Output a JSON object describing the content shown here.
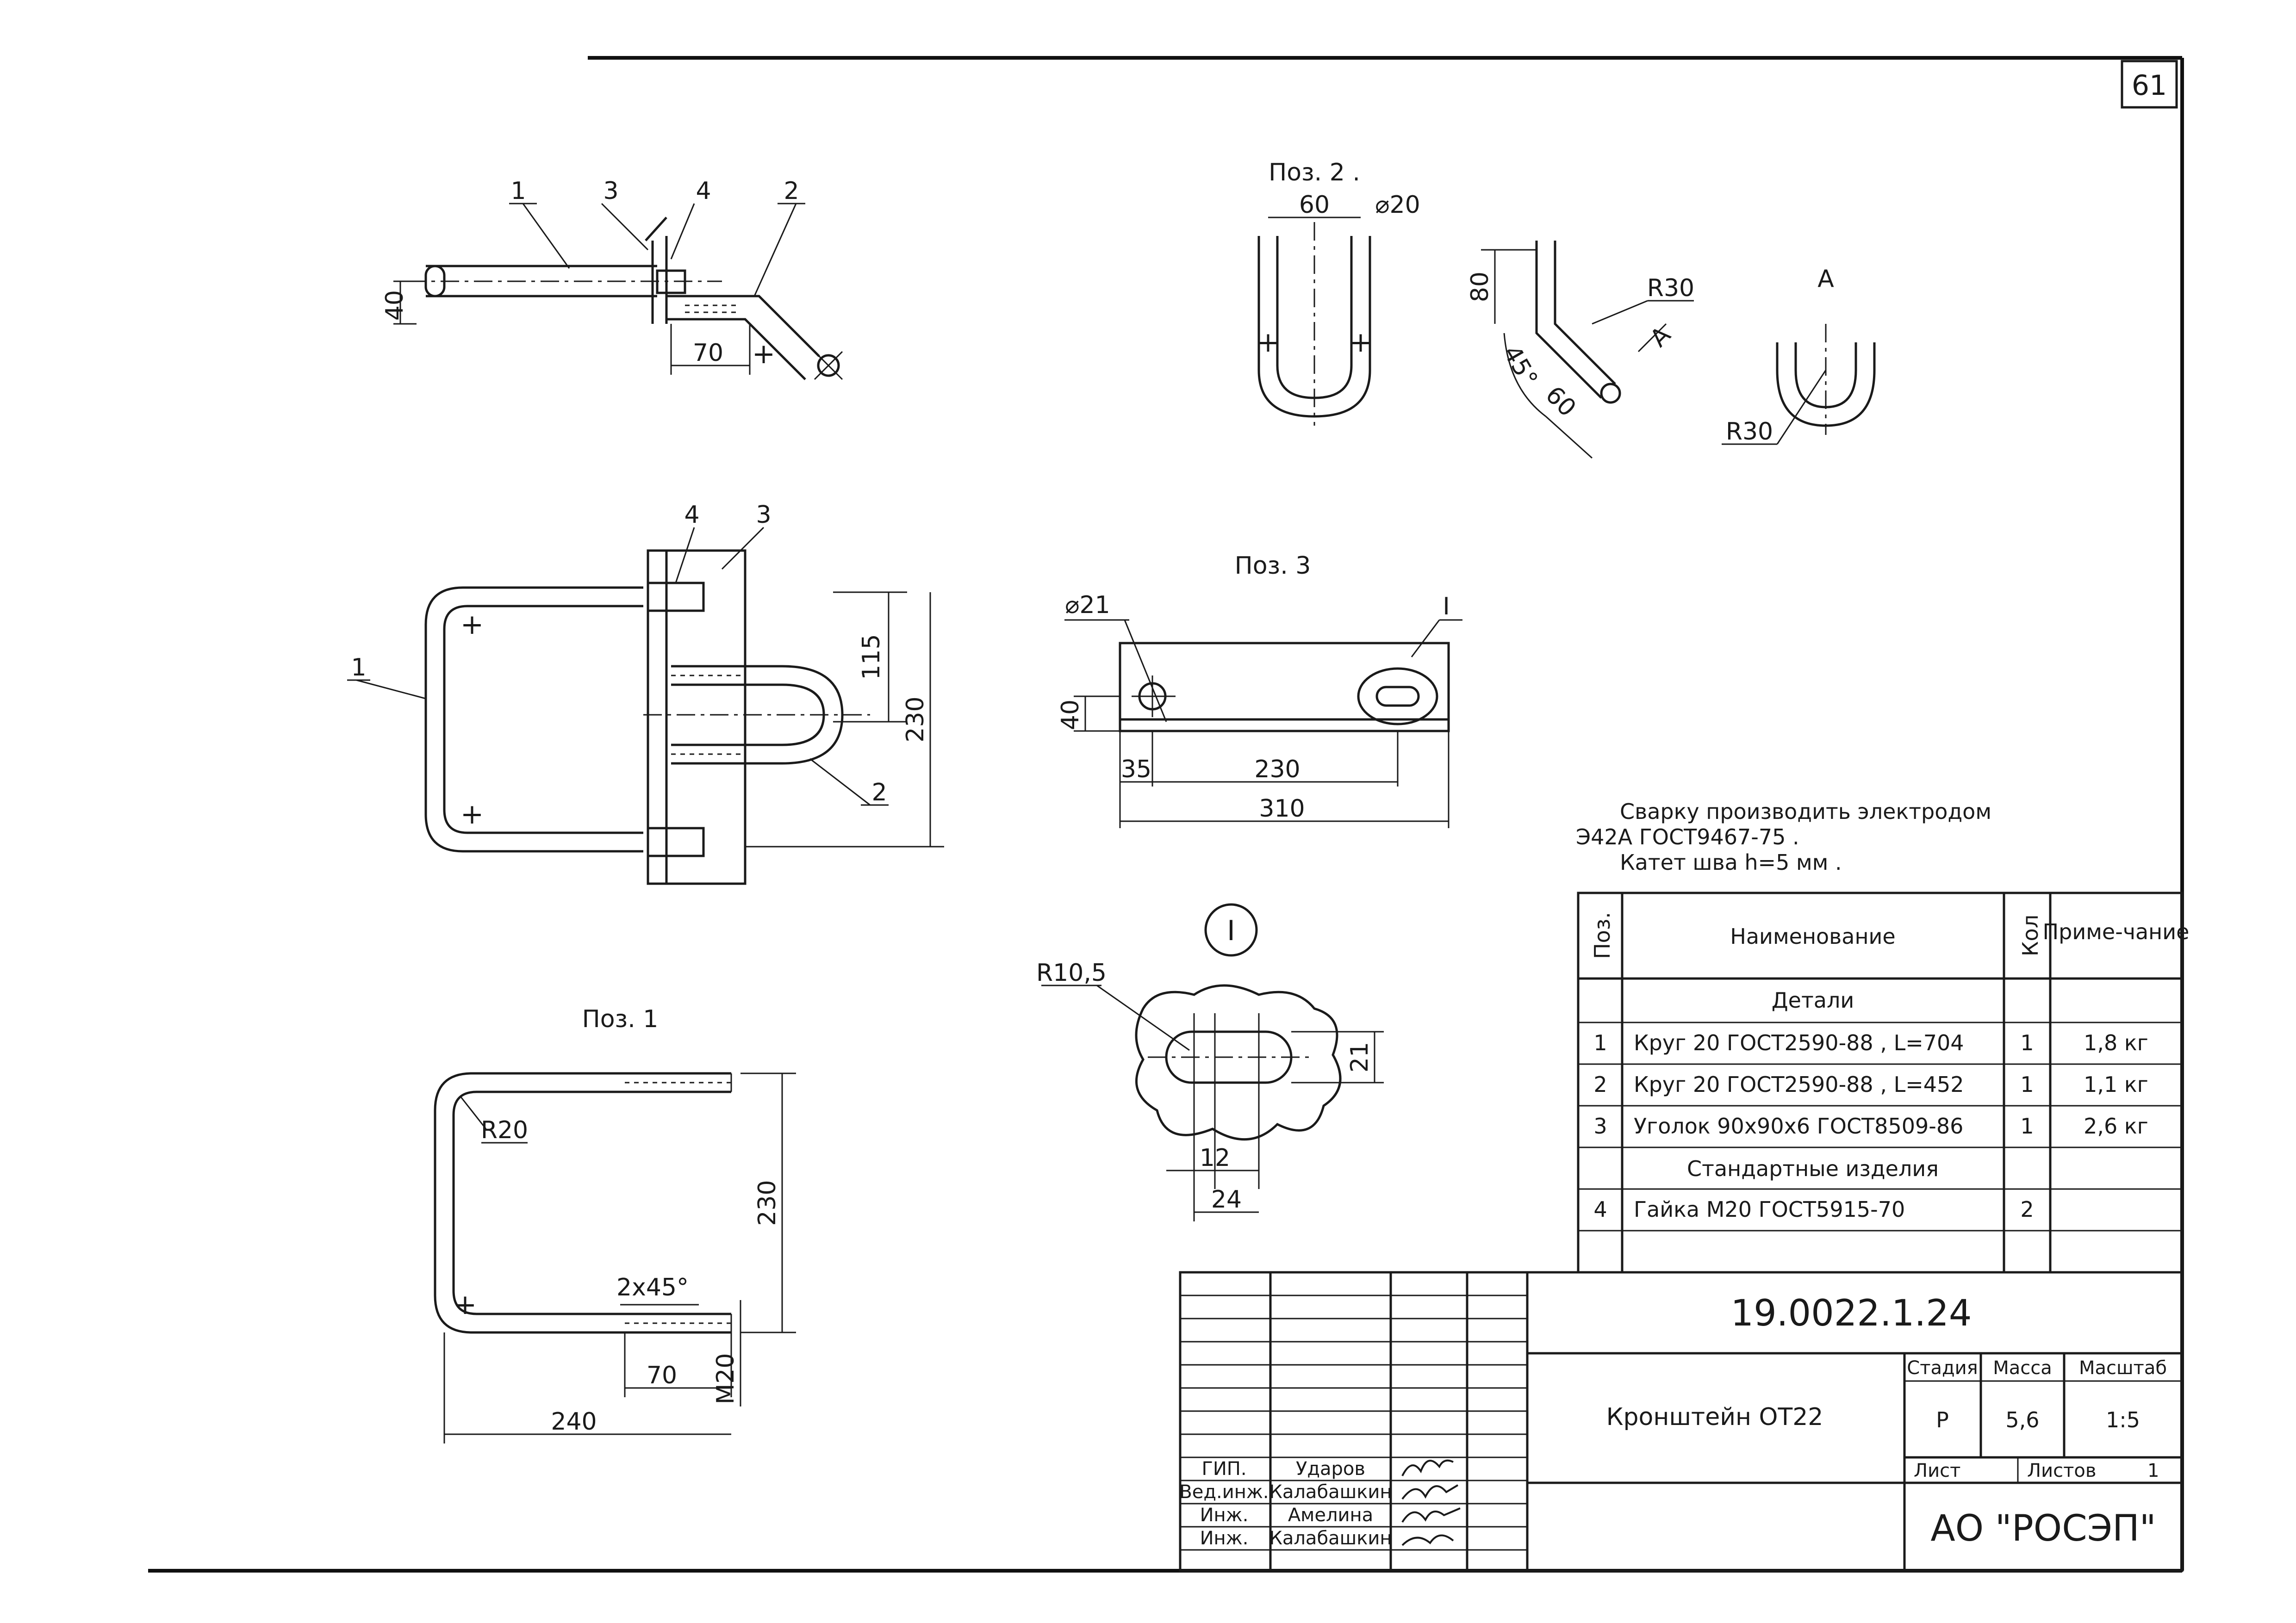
{
  "sheet_number": "61",
  "views": {
    "assembly_top": {
      "leaders": [
        "1",
        "3",
        "4",
        "2"
      ],
      "dims": [
        "40",
        "70"
      ]
    },
    "assembly_main": {
      "leaders": [
        "4",
        "3",
        "1",
        "2"
      ],
      "dims": [
        "115",
        "230"
      ]
    },
    "pos1": {
      "title": "Поз. 1",
      "dims": [
        "R20",
        "230",
        "2x45°",
        "70",
        "M20",
        "240"
      ]
    },
    "pos2": {
      "title": "Поз. 2 .",
      "dims": [
        "60",
        "⌀20",
        "80",
        "R30",
        "45°",
        "60",
        "A",
        "R30"
      ],
      "view_label": "A"
    },
    "pos3": {
      "title": "Поз. 3",
      "dims": [
        "⌀21",
        "40",
        "35",
        "230",
        "310"
      ],
      "callout": "I"
    },
    "detail_I": {
      "label": "I",
      "dims": [
        "R10,5",
        "21",
        "12",
        "24"
      ]
    }
  },
  "notes": [
    "Сварку производить электродом",
    "Э42А ГОСТ9467-75 .",
    "Катет шва h=5 мм ."
  ],
  "spec_table": {
    "headers": {
      "pos": "Поз.",
      "name": "Наименование",
      "qty": "Кол",
      "note": "Приме-чание"
    },
    "sections": {
      "details": "Детали",
      "standard": "Стандартные изделия"
    },
    "rows": [
      {
        "pos": "1",
        "name": "Круг 20 ГОСТ2590-88 , L=704",
        "qty": "1",
        "note": "1,8 кг"
      },
      {
        "pos": "2",
        "name": "Круг 20 ГОСТ2590-88 , L=452",
        "qty": "1",
        "note": "1,1 кг"
      },
      {
        "pos": "3",
        "name": "Уголок 90х90х6 ГОСТ8509-86",
        "qty": "1",
        "note": "2,6 кг"
      },
      {
        "pos": "4",
        "name": "Гайка М20 ГОСТ5915-70",
        "qty": "2",
        "note": ""
      }
    ]
  },
  "title_block": {
    "doc_code": "19.0022.1.24",
    "title": "Кронштейн ОТ22",
    "stage_label": "Стадия",
    "mass_label": "Масса",
    "scale_label": "Масштаб",
    "stage": "Р",
    "mass": "5,6",
    "scale": "1:5",
    "sheet_label": "Лист",
    "sheets_label": "Листов",
    "sheets": "1",
    "org": "АО \"РОСЭП\"",
    "staff": [
      {
        "role": "ГИП.",
        "name": "Ударов"
      },
      {
        "role": "Вед.инж.",
        "name": "Калабашкин"
      },
      {
        "role": "Инж.",
        "name": "Амелина"
      },
      {
        "role": "Инж.",
        "name": "Калабашкин"
      }
    ]
  }
}
